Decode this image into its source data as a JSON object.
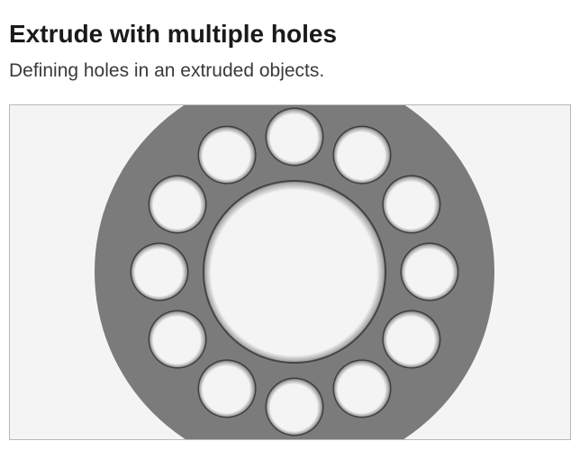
{
  "header": {
    "title": "Extrude with multiple holes",
    "subtitle": "Defining holes in an extruded objects."
  },
  "scene": {
    "object": "extruded-disc-with-holes",
    "hole_count": 12,
    "has_center_hole": true,
    "background_color": "#f4f4f4",
    "object_color": "#7b7b7b",
    "shadow_color": "#1e1e1e"
  }
}
